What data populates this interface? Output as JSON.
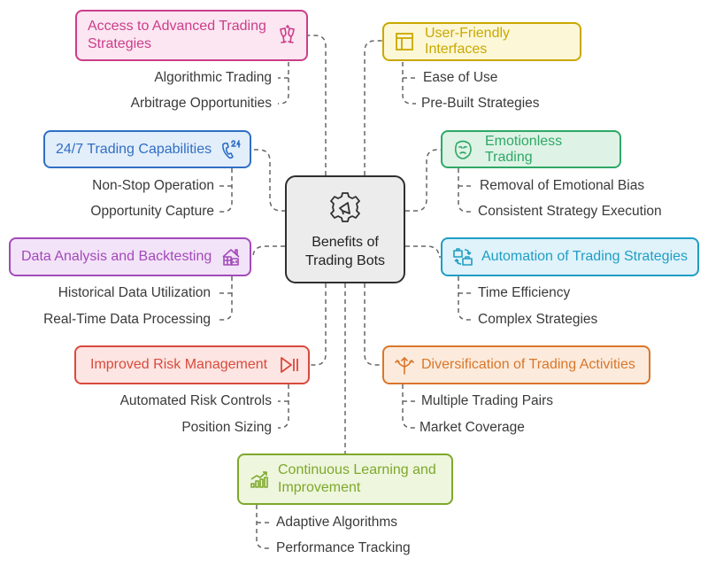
{
  "center": {
    "title": "Benefits of\nTrading Bots",
    "icon": "gear-megaphone-icon"
  },
  "nodes": {
    "advanced": {
      "title": "Access to Advanced Trading Strategies",
      "icon": "champagne-glasses-icon",
      "color": "#cc3d8a",
      "items": [
        "Algorithmic Trading",
        "Arbitrage Opportunities"
      ]
    },
    "always_on": {
      "title": "24/7 Trading Capabilities",
      "icon": "phone-24-icon",
      "color": "#2f6fc4",
      "items": [
        "Non-Stop Operation",
        "Opportunity Capture"
      ]
    },
    "data_analysis": {
      "title": "Data Analysis and Backtesting",
      "icon": "house-chart-icon",
      "color": "#a24ab8",
      "items": [
        "Historical Data Utilization",
        "Real-Time Data Processing"
      ]
    },
    "risk": {
      "title": "Improved Risk Management",
      "icon": "play-pause-icon",
      "color": "#d94a3d",
      "items": [
        "Automated Risk Controls",
        "Position Sizing"
      ]
    },
    "learning": {
      "title": "Continuous Learning and Improvement",
      "icon": "growth-chart-icon",
      "color": "#7ea82a",
      "items": [
        "Adaptive Algorithms",
        "Performance Tracking"
      ]
    },
    "user_friendly": {
      "title": "User-Friendly Interfaces",
      "icon": "layout-icon",
      "color": "#c9a800",
      "items": [
        "Ease of Use",
        "Pre-Built Strategies"
      ]
    },
    "emotionless": {
      "title": "Emotionless Trading",
      "icon": "calm-face-icon",
      "color": "#2fa866",
      "items": [
        "Removal of Emotional Bias",
        "Consistent Strategy Execution"
      ]
    },
    "automation": {
      "title": "Automation of Trading Strategies",
      "icon": "briefcase-exchange-icon",
      "color": "#1f9ec4",
      "items": [
        "Time Efficiency",
        "Complex Strategies"
      ]
    },
    "diversification": {
      "title": "Diversification of Trading Activities",
      "icon": "split-arrows-icon",
      "color": "#d9762a",
      "items": [
        "Multiple Trading Pairs",
        "Market Coverage"
      ]
    }
  }
}
